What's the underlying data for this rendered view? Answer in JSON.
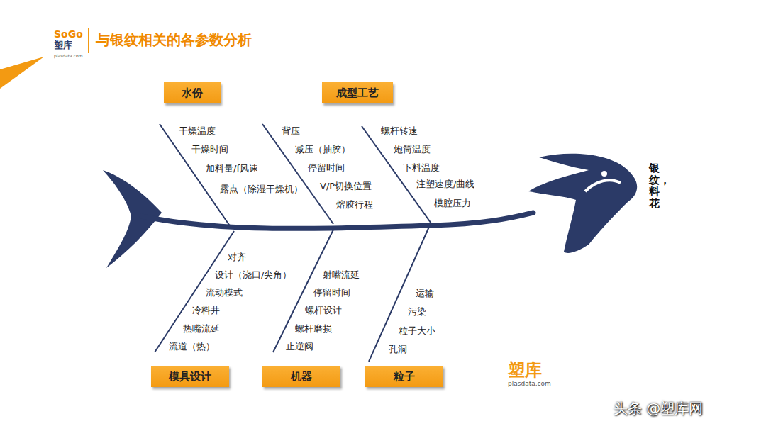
{
  "diagram": {
    "title": "与银纹相关的各参数分析",
    "nodes": [
      {
        "text": [
          "水份"
        ]
      },
      {
        "text": [
          "成型工艺"
        ]
      },
      {
        "text": [
          "模具设计"
        ]
      },
      {
        "text": [
          "机器"
        ]
      },
      {
        "text": [
          "粒子"
        ]
      }
    ],
    "edges": [],
    "labels": [
      "干燥温度",
      "干燥时间",
      "加料量/f风速",
      "露点（除湿干燥机）",
      "背压",
      "减压（抽胶）",
      "停留时间",
      "V/P切换位置",
      "熔胶行程",
      "螺杆转速",
      "炮筒温度",
      "下料温度",
      "注塑速度/曲线",
      "模腔压力",
      "对齐",
      "设计（浇口/尖角）",
      "流动模式",
      "冷料井",
      "热嘴流延",
      "流道（热）",
      "射嘴流延",
      "停留时间",
      "螺杆设计",
      "螺杆磨损",
      "止逆阀",
      "运输",
      "污染",
      "粒子大小",
      "孔洞",
      "银纹，料花",
      "SoGo",
      "塑库",
      "plasdata.com",
      "塑库",
      "plasdata.com",
      "头条 @塑库网"
    ]
  }
}
